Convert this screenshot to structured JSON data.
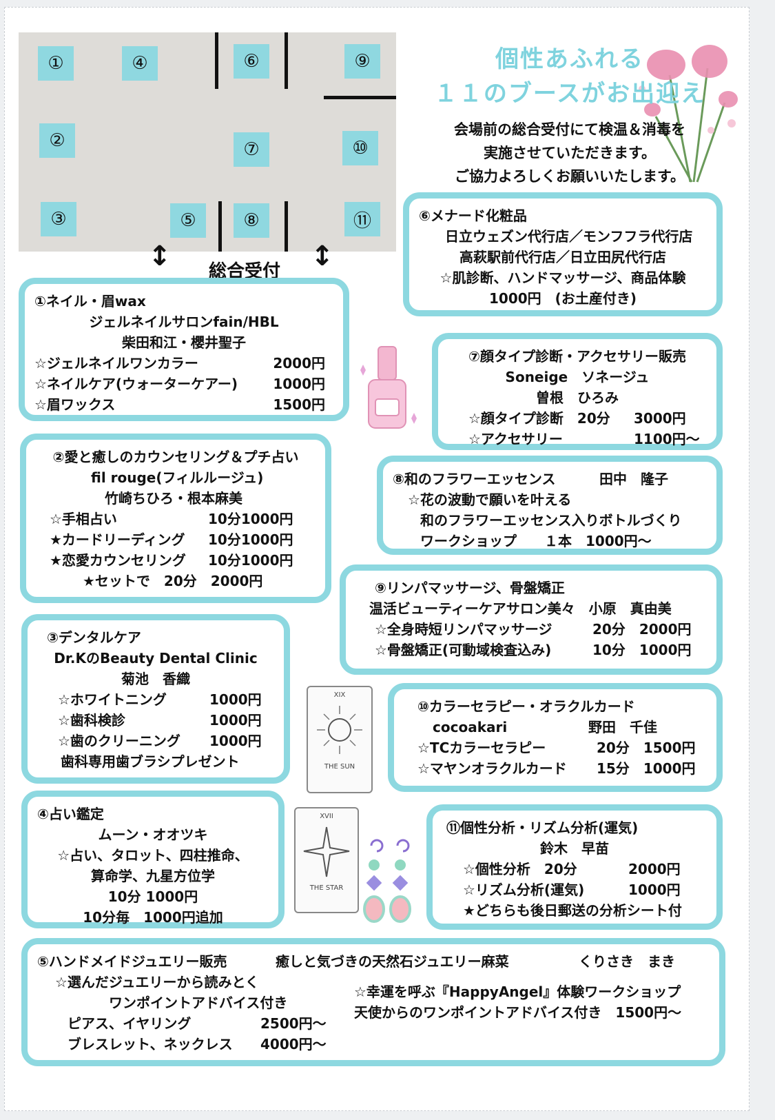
{
  "map": {
    "booths": [
      "①",
      "②",
      "③",
      "④",
      "⑤",
      "⑥",
      "⑦",
      "⑧",
      "⑨",
      "⑩",
      "⑪"
    ],
    "reception": "総合受付",
    "arrow": "↕"
  },
  "header": {
    "title_line1": "個性あふれる",
    "title_line2": "１１のブースがお出迎え",
    "notice": [
      "会場前の総合受付にて検温＆消毒を",
      "実施させていただきます。",
      "ご協力よろしくお願いいたします。"
    ]
  },
  "b1": {
    "title": "①ネイル・眉wax",
    "shop": "ジェルネイルサロンfain/HBL",
    "staff": "柴田和江・櫻井聖子",
    "items": [
      {
        "n": "☆ジェルネイルワンカラー",
        "p": "2000円"
      },
      {
        "n": "☆ネイルケア(ウォーターケアー)",
        "p": "1000円"
      },
      {
        "n": "☆眉ワックス",
        "p": "1500円"
      }
    ]
  },
  "b2": {
    "title": "②愛と癒しのカウンセリング＆プチ占い",
    "shop": "fil rouge(フィルルージュ)",
    "staff": "竹崎ちひろ・根本麻美",
    "items": [
      {
        "n": "☆手相占い",
        "p": "10分1000円"
      },
      {
        "n": "★カードリーディング",
        "p": "10分1000円"
      },
      {
        "n": "★恋愛カウンセリング",
        "p": "10分1000円"
      }
    ],
    "set": "★セットで　20分　2000円"
  },
  "b3": {
    "title": "③デンタルケア",
    "shop": "Dr.KのBeauty Dental Clinic",
    "staff": "菊池　香織",
    "items": [
      {
        "n": "☆ホワイトニング",
        "p": "1000円"
      },
      {
        "n": "☆歯科検診",
        "p": "1000円"
      },
      {
        "n": "☆歯のクリーニング",
        "p": "1000円"
      }
    ],
    "note": "歯科専用歯ブラシプレゼント"
  },
  "b4": {
    "title": "④占い鑑定",
    "staff": "ムーン・オオツキ",
    "line1": "☆占い、タロット、四柱推命、",
    "line2": "算命学、九星方位学",
    "line3": "10分 1000円",
    "line4": "10分毎　1000円追加"
  },
  "b5": {
    "title": "⑤ハンドメイドジュエリー販売",
    "shop": "癒しと気づきの天然石ジュエリー麻菜",
    "staff": "くりさき　まき",
    "l1": "☆選んだジュエリーから読みとく",
    "l2": "ワンポイントアドバイス付き",
    "items": [
      {
        "n": "ピアス、イヤリング",
        "p": "2500円～"
      },
      {
        "n": "ブレスレット、ネックレス",
        "p": "4000円～"
      }
    ],
    "r1": "☆幸運を呼ぶ『HappyAngel』体験ワークショップ",
    "r2": "天使からのワンポイントアドバイス付き　1500円～"
  },
  "b6": {
    "title": "⑥メナード化粧品",
    "l1": "日立ウェズン代行店／モンフフラ代行店",
    "l2": "高萩駅前代行店／日立田尻代行店",
    "l3": "☆肌診断、ハンドマッサージ、商品体験",
    "l4": "1000円　(お土産付き)"
  },
  "b7": {
    "title": "⑦顔タイプ診断・アクセサリー販売",
    "shop": "Soneige　ソネージュ",
    "staff": "曽根　ひろみ",
    "items": [
      {
        "n": "☆顔タイプ診断　20分",
        "p": "3000円"
      },
      {
        "n": "☆アクセサリー",
        "p": "1100円～"
      }
    ]
  },
  "b8": {
    "title": "⑧和のフラワーエッセンス",
    "staff": "田中　隆子",
    "l1": "☆花の波動で願いを叶える",
    "l2": "和のフラワーエッセンス入りボトルづくり",
    "l3": "ワークショップ　　１本　1000円～"
  },
  "b9": {
    "title": "⑨リンパマッサージ、骨盤矯正",
    "shop": "温活ビューティーケアサロン美々　小原　真由美",
    "items": [
      {
        "n": "☆全身時短リンパマッサージ",
        "p": "20分　2000円"
      },
      {
        "n": "☆骨盤矯正(可動域検査込み)",
        "p": "10分　1000円"
      }
    ]
  },
  "b10": {
    "title": "⑩カラーセラピー・オラクルカード",
    "shop": "cocoakari",
    "staff": "野田　千佳",
    "items": [
      {
        "n": "☆TCカラーセラピー",
        "p": "20分　1500円"
      },
      {
        "n": "☆マヤンオラクルカード",
        "p": "15分　1000円"
      }
    ]
  },
  "b11": {
    "title": "⑪個性分析・リズム分析(運気)",
    "staff": "鈴木　早苗",
    "items": [
      {
        "n": "☆個性分析　20分",
        "p": "2000円"
      },
      {
        "n": "☆リズム分析(運気)",
        "p": "1000円"
      }
    ],
    "note": "★どちらも後日郵送の分析シート付"
  },
  "cards": {
    "sun_num": "XIX",
    "sun": "THE SUN",
    "star_num": "XVII",
    "star": "THE STAR"
  },
  "colors": {
    "accent": "#8dd8e0",
    "title": "#7fd3de",
    "map": "#dedcd8"
  }
}
